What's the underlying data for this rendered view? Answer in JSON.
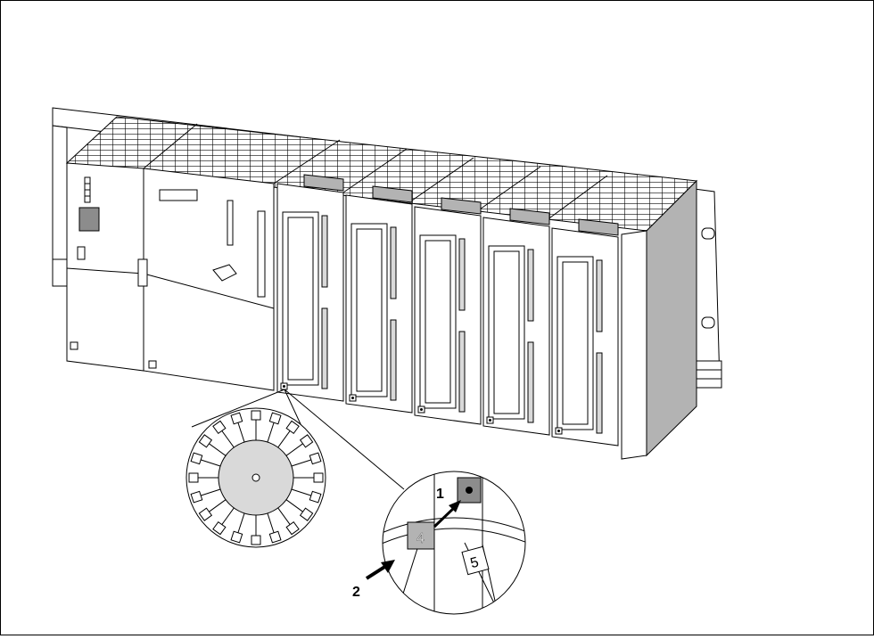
{
  "callouts": {
    "step1": "1",
    "step2": "2"
  },
  "slot_labels": {
    "inserted": "4",
    "next": "5"
  },
  "colors": {
    "line": "#000000",
    "face_gray": "#d9d9d9",
    "dark_gray": "#8c8c8c",
    "mid_gray": "#b3b3b3",
    "paper": "#ffffff"
  },
  "icons": {
    "arrow": "callout-arrow-icon",
    "label_wheel": "slot-label-wheel-icon"
  }
}
